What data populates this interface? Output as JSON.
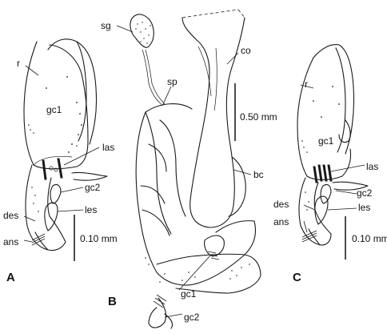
{
  "panels": {
    "a": "A",
    "b": "B",
    "c": "C"
  },
  "labels": {
    "a_r": "r",
    "a_gc1": "gc1",
    "a_las": "las",
    "a_gc2": "gc2",
    "a_les": "les",
    "a_des": "des",
    "a_ans": "ans",
    "b_sg": "sg",
    "b_sp": "sp",
    "b_co": "co",
    "b_bc": "bc",
    "b_gc1": "gc1",
    "b_gc2": "gc2",
    "c_r": "r",
    "c_gc1": "gc1",
    "c_las": "las",
    "c_gc2": "gc2",
    "c_des": "des",
    "c_les": "les",
    "c_ans": "ans"
  },
  "scale_bars": {
    "a": "0.10 mm",
    "b": "0.50 mm",
    "c": "0.10 mm"
  }
}
